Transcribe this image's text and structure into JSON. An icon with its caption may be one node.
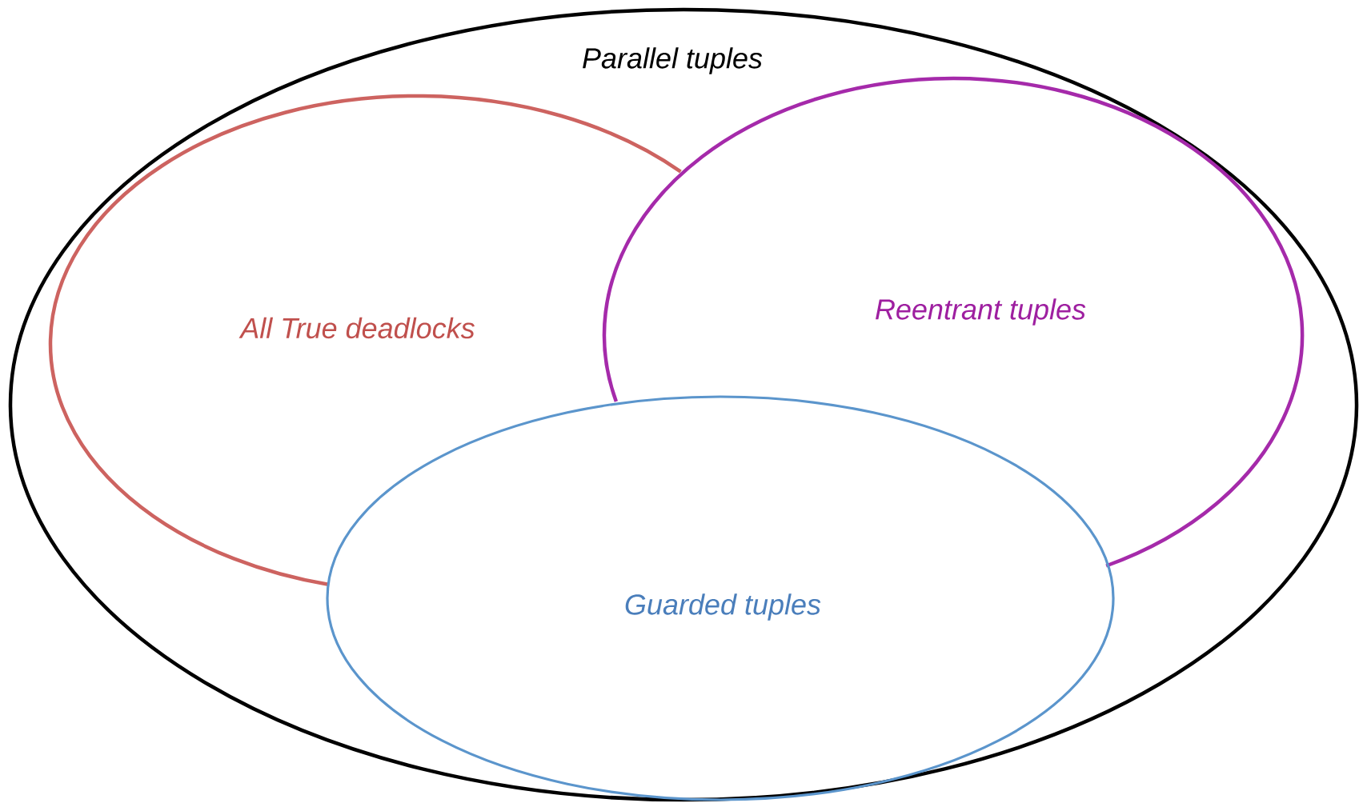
{
  "diagram": {
    "nodes": [
      {
        "text": [
          "Parallel tuples"
        ]
      },
      {
        "text": [
          "All True deadlocks"
        ],
        "in": 0
      },
      {
        "text": [
          "Reentrant tuples"
        ],
        "in": 0
      },
      {
        "text": [
          "Guarded tuples"
        ],
        "in": 0
      }
    ]
  }
}
